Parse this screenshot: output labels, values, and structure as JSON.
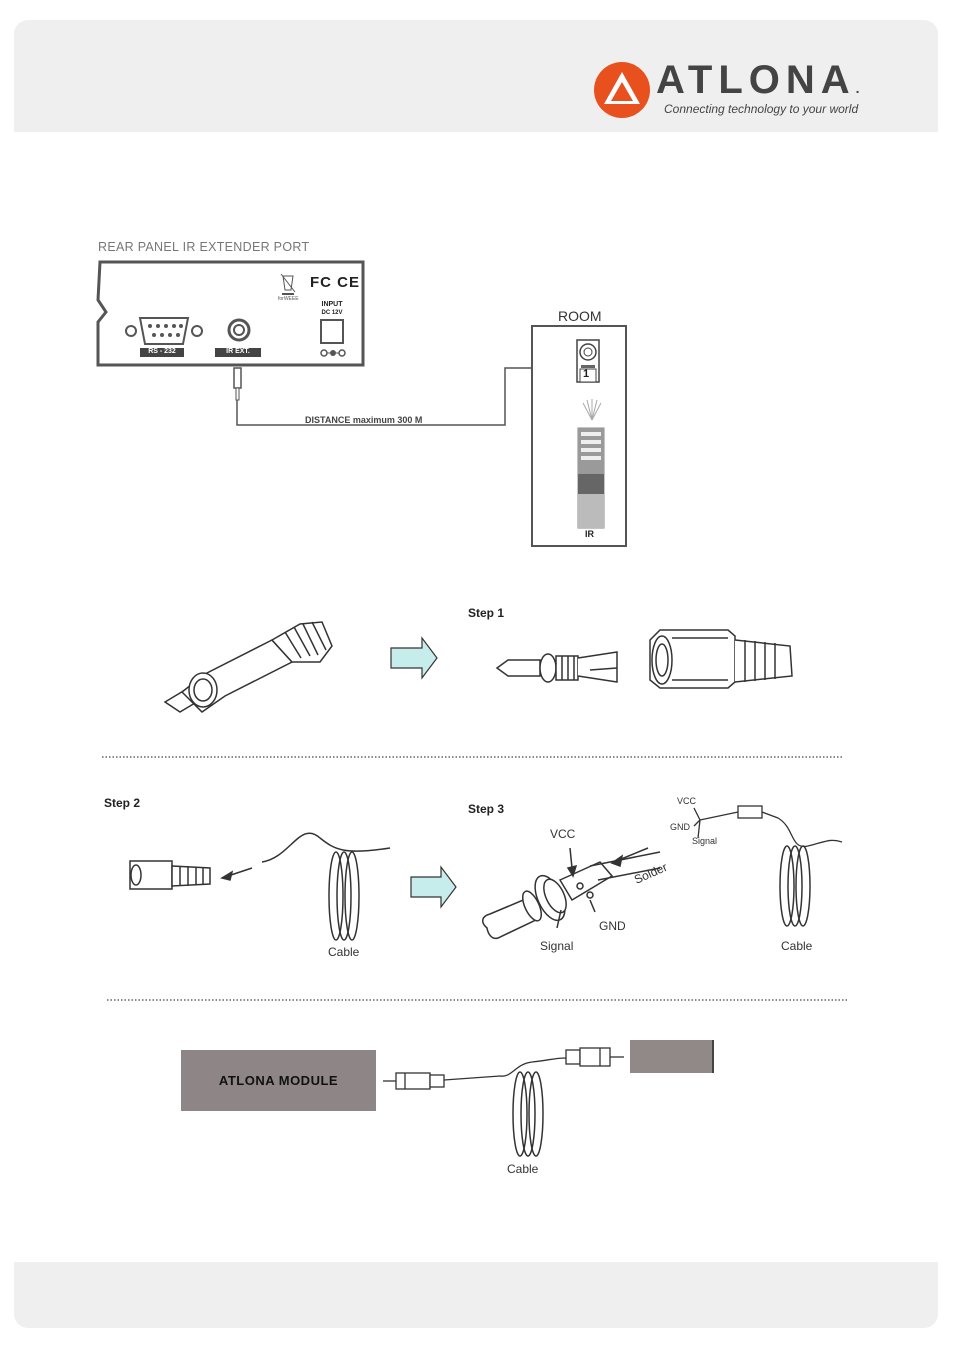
{
  "brand": {
    "name": "ATLONA",
    "registered": ".",
    "tagline": "Connecting technology to your world",
    "accent": "#e8501e"
  },
  "rear_panel": {
    "title": "REAR PANEL IR EXTENDER PORT",
    "rs232_label": "RS - 232",
    "ir_ext_label": "IR EXT.",
    "input_label": "INPUT",
    "input_voltage": "DC 12V",
    "fc_ce_mark": "FC CE",
    "weee_mark": "forWEEE"
  },
  "distance_label": "DISTANCE maximum 300 M",
  "room": {
    "title": "ROOM",
    "receiver_number": "1",
    "remote_label": "IR"
  },
  "steps": {
    "step1": "Step 1",
    "step2": "Step 2",
    "step3": "Step 3"
  },
  "step3_labels": {
    "vcc": "VCC",
    "signal": "Signal",
    "gnd": "GND",
    "solder": "Solder",
    "cable": "Cable"
  },
  "step3_small_labels": {
    "vcc": "VCC",
    "gnd": "GND",
    "signal": "Signal"
  },
  "step2_cable": "Cable",
  "module": {
    "label": "ATLONA MODULE",
    "cable": "Cable"
  }
}
